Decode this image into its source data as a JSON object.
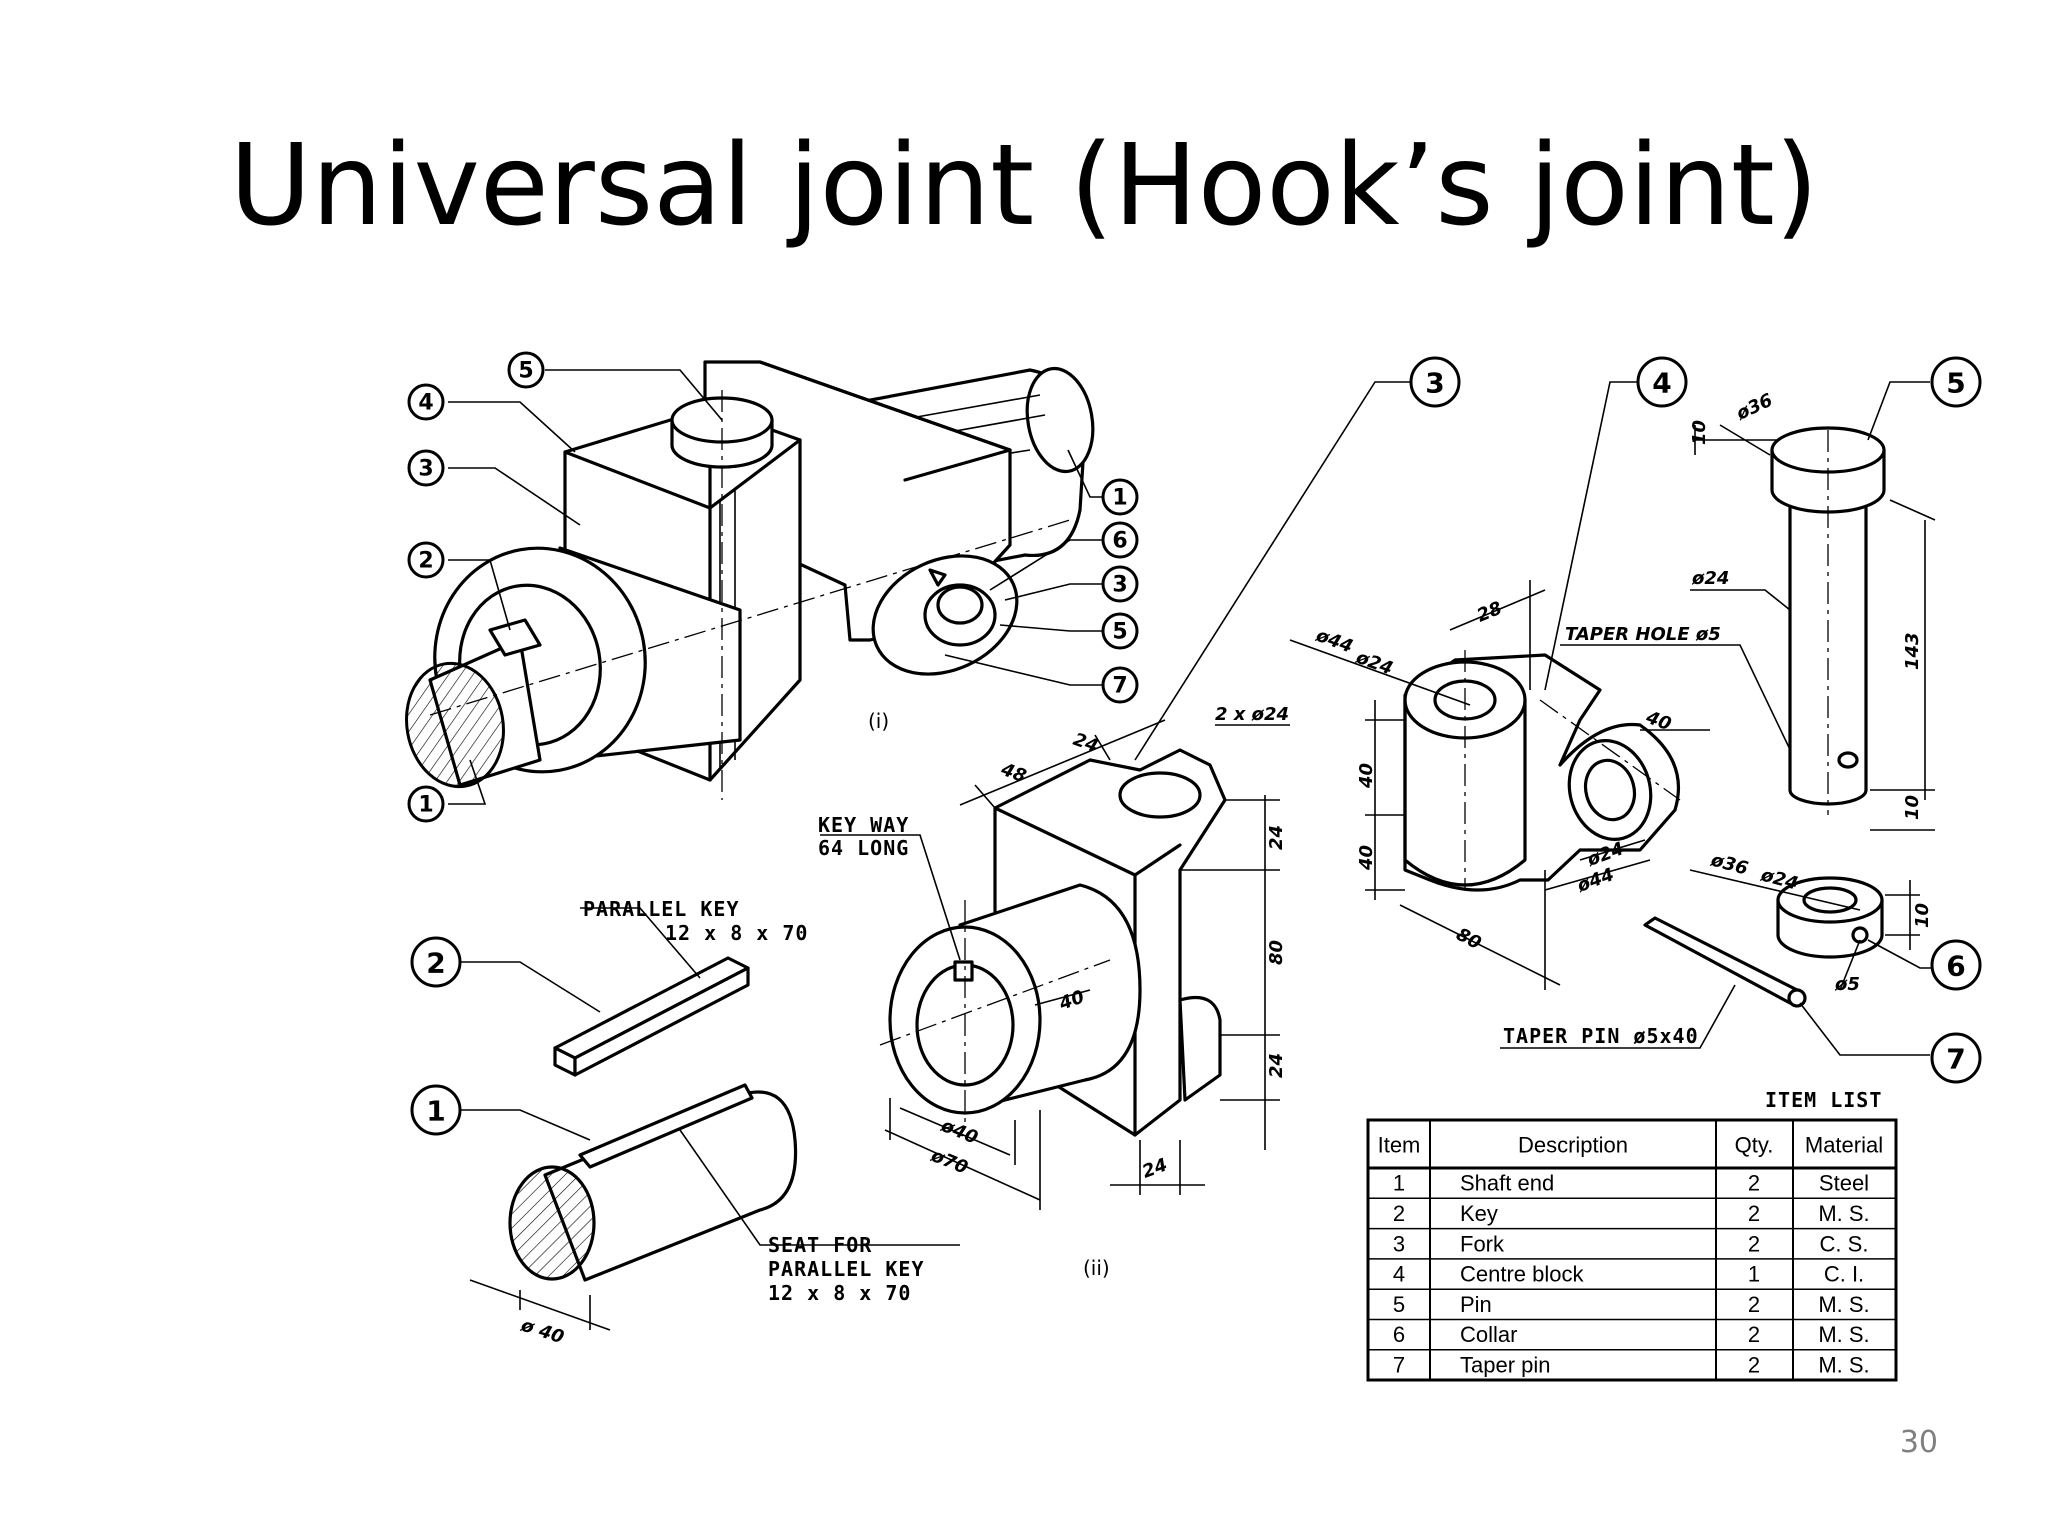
{
  "slide": {
    "title": "Universal joint (Hook’s joint)",
    "page_number": "30"
  },
  "views": {
    "assembly_label": "(i)",
    "details_label": "(ii)"
  },
  "notes": {
    "parallel_key": "PARALLEL KEY",
    "parallel_key_size": "12 x 8 x 70",
    "seat_line1": "SEAT FOR",
    "seat_line2": "PARALLEL KEY",
    "seat_size": "12 x 8 x 70",
    "keyway_line1": "KEY WAY",
    "keyway_line2": "64 LONG",
    "taper_hole": "TAPER HOLE ø5",
    "taper_pin": "TAPER PIN ø5x40",
    "two_holes": "2 x ø24"
  },
  "dimensions": {
    "shaft_dia": "ø 40",
    "fork_48": "48",
    "fork_24_top": "24",
    "fork_24_side": "24",
    "fork_80": "80",
    "fork_24_lower": "24",
    "fork_24_bottom": "24",
    "fork_40": "40",
    "fork_bore": "ø40",
    "fork_boss": "ø70",
    "block_44": "ø44",
    "block_24": "ø24",
    "block_28": "28",
    "block_40a": "40",
    "block_40b": "40",
    "block_40c": "40",
    "block_80": "80",
    "block_24b": "ø24",
    "block_44b": "ø44",
    "pin_10": "10",
    "pin_36": "ø36",
    "pin_24": "ø24",
    "pin_143": "143",
    "pin_10b": "10",
    "collar_36": "ø36",
    "collar_24": "ø24",
    "collar_10": "10",
    "collar_5": "ø5"
  },
  "callouts": {
    "c1": "1",
    "c2": "2",
    "c3": "3",
    "c4": "4",
    "c5": "5",
    "c6": "6",
    "c7": "7"
  },
  "item_list": {
    "title": "ITEM LIST",
    "headers": [
      "Item",
      "Description",
      "Qty.",
      "Material"
    ],
    "rows": [
      [
        "1",
        "Shaft end",
        "2",
        "Steel"
      ],
      [
        "2",
        "Key",
        "2",
        "M. S."
      ],
      [
        "3",
        "Fork",
        "2",
        "C. S."
      ],
      [
        "4",
        "Centre block",
        "1",
        "C. I."
      ],
      [
        "5",
        "Pin",
        "2",
        "M. S."
      ],
      [
        "6",
        "Collar",
        "2",
        "M. S."
      ],
      [
        "7",
        "Taper pin",
        "2",
        "M. S."
      ]
    ]
  }
}
